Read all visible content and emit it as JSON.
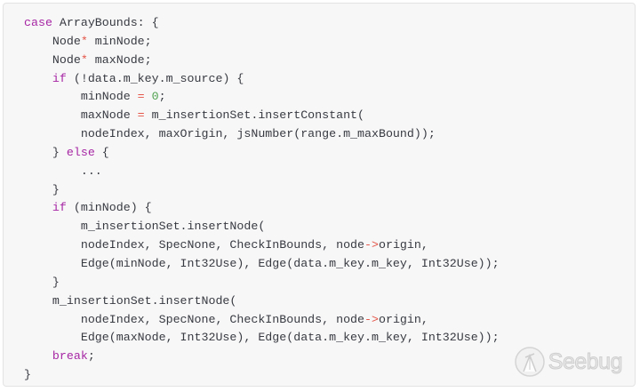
{
  "code": {
    "lines": [
      [
        {
          "t": "case",
          "c": "kw"
        },
        {
          "t": " ArrayBounds: {"
        }
      ],
      [
        {
          "t": "    Node"
        },
        {
          "t": "*",
          "c": "op"
        },
        {
          "t": " minNode;"
        }
      ],
      [
        {
          "t": "    Node"
        },
        {
          "t": "*",
          "c": "op"
        },
        {
          "t": " maxNode;"
        }
      ],
      [
        {
          "t": "    "
        },
        {
          "t": "if",
          "c": "kw"
        },
        {
          "t": " (!data.m_key.m_source) {"
        }
      ],
      [
        {
          "t": "        minNode "
        },
        {
          "t": "=",
          "c": "op"
        },
        {
          "t": " "
        },
        {
          "t": "0",
          "c": "num"
        },
        {
          "t": ";"
        }
      ],
      [
        {
          "t": "        maxNode "
        },
        {
          "t": "=",
          "c": "op"
        },
        {
          "t": " m_insertionSet.insertConstant("
        }
      ],
      [
        {
          "t": "        nodeIndex, maxOrigin, jsNumber(range.m_maxBound));"
        }
      ],
      [
        {
          "t": "    } "
        },
        {
          "t": "else",
          "c": "kw"
        },
        {
          "t": " {"
        }
      ],
      [
        {
          "t": "        ..."
        }
      ],
      [
        {
          "t": "    }"
        }
      ],
      [
        {
          "t": "    "
        },
        {
          "t": "if",
          "c": "kw"
        },
        {
          "t": " (minNode) {"
        }
      ],
      [
        {
          "t": "        m_insertionSet.insertNode("
        }
      ],
      [
        {
          "t": "        nodeIndex, SpecNone, CheckInBounds, node"
        },
        {
          "t": "->",
          "c": "op"
        },
        {
          "t": "origin,"
        }
      ],
      [
        {
          "t": "        Edge(minNode, Int32Use), Edge(data.m_key.m_key, Int32Use));"
        }
      ],
      [
        {
          "t": "    }"
        }
      ],
      [
        {
          "t": "    m_insertionSet.insertNode("
        }
      ],
      [
        {
          "t": "        nodeIndex, SpecNone, CheckInBounds, node"
        },
        {
          "t": "->",
          "c": "op"
        },
        {
          "t": "origin,"
        }
      ],
      [
        {
          "t": "        Edge(maxNode, Int32Use), Edge(data.m_key.m_key, Int32Use));"
        }
      ],
      [
        {
          "t": "    "
        },
        {
          "t": "break",
          "c": "kw"
        },
        {
          "t": ";"
        }
      ],
      [
        {
          "t": "}"
        }
      ]
    ]
  },
  "watermark": {
    "text": "Seebug",
    "icon": "seebug-logo-icon"
  },
  "colors": {
    "keyword": "#a626a4",
    "operator": "#e45649",
    "number": "#50a14f",
    "text": "#383a42",
    "background": "#f7f7f7"
  }
}
